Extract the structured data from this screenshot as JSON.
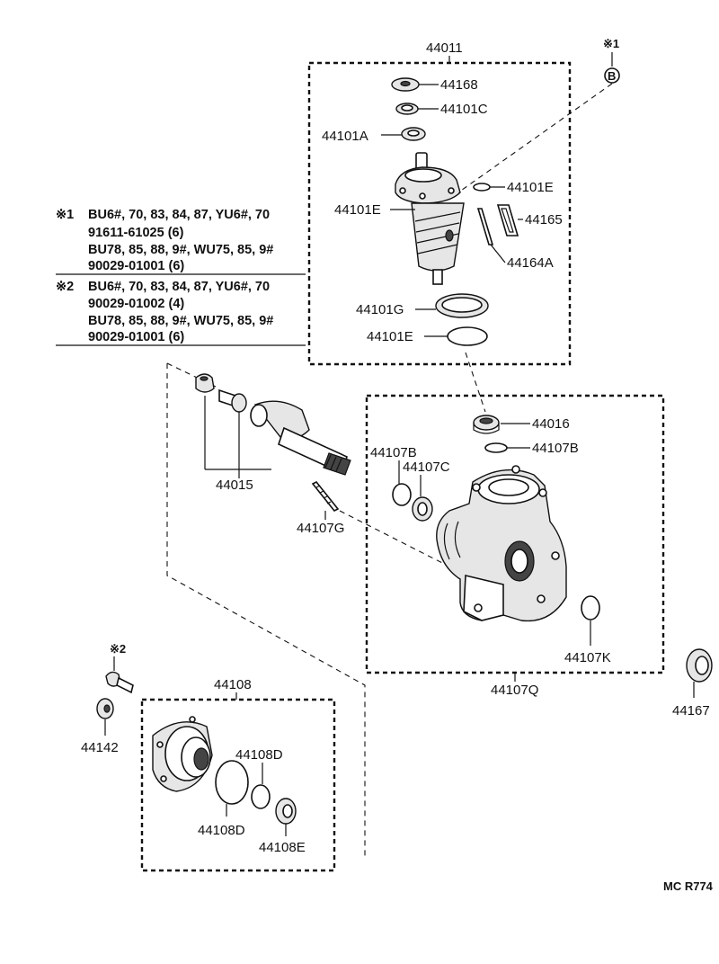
{
  "parts": {
    "p44011": "44011",
    "p44168": "44168",
    "p44101C": "44101C",
    "p44101A": "44101A",
    "p44101E_a": "44101E",
    "p44101E_b": "44101E",
    "p44101E_c": "44101E",
    "p44165": "44165",
    "p44164A": "44164A",
    "p44101G": "44101G",
    "p44016": "44016",
    "p44107B_a": "44107B",
    "p44107B_b": "44107B",
    "p44107C": "44107C",
    "p44015": "44015",
    "p44107G": "44107G",
    "p44107K": "44107K",
    "p44107Q": "44107Q",
    "p44167": "44167",
    "p44108": "44108",
    "p44142": "44142",
    "p44108D_a": "44108D",
    "p44108D_b": "44108D",
    "p44108E": "44108E"
  },
  "markers": {
    "ref1": "※1",
    "ref2": "※2",
    "circle_b": "B"
  },
  "notes": {
    "note1": {
      "mark": "※1",
      "line1": "BU6#, 70, 83, 84, 87, YU6#, 70",
      "line2": "91611-61025 (6)",
      "line3": "BU78, 85, 88, 9#, WU75, 85, 9#",
      "line4": "90029-01001 (6)"
    },
    "note2": {
      "mark": "※2",
      "line1": "BU6#, 70, 83, 84, 87, YU6#, 70",
      "line2": "90029-01002 (4)",
      "line3": "BU78, 85, 88, 9#, WU75, 85, 9#",
      "line4": "90029-01001 (6)"
    }
  },
  "diagram_code": "MC R774"
}
